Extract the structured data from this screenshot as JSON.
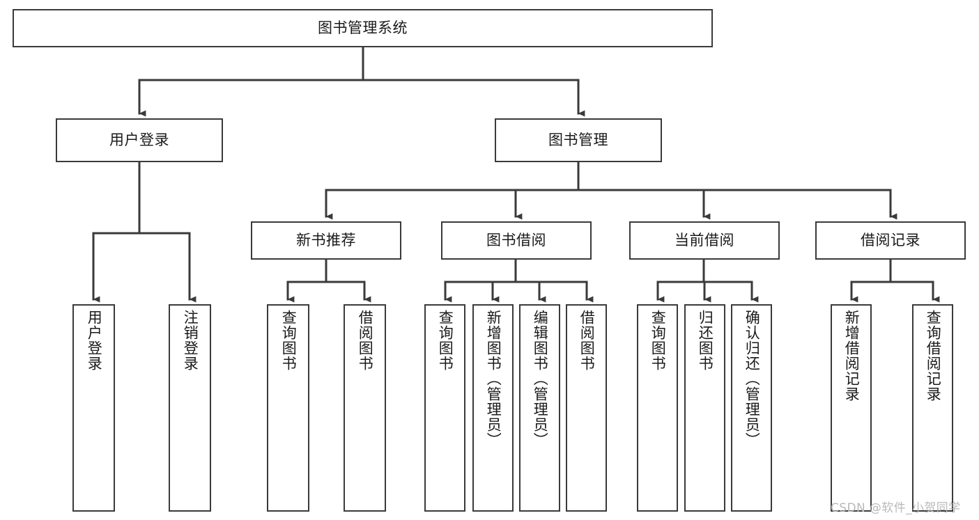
{
  "diagram": {
    "type": "tree-hierarchy",
    "title": "图书管理系统",
    "watermark": "CSDN @软件_小贺同学",
    "colors": {
      "stroke": "#3a3a3a",
      "fill": "#ffffff",
      "text": "#1a1a1a",
      "watermark": "#b9b9b9"
    },
    "levels": {
      "root": {
        "label": "图书管理系统"
      },
      "level2": [
        {
          "id": "user-login",
          "label": "用户登录"
        },
        {
          "id": "book-management",
          "label": "图书管理"
        }
      ],
      "level3": [
        {
          "id": "new-book-recommend",
          "label": "新书推荐"
        },
        {
          "id": "book-borrow",
          "label": "图书借阅"
        },
        {
          "id": "current-borrow",
          "label": "当前借阅"
        },
        {
          "id": "borrow-record",
          "label": "借阅记录"
        }
      ],
      "leaves": {
        "user-login": [
          {
            "id": "leaf-user-login",
            "label": "用户登录"
          },
          {
            "id": "leaf-logout-login",
            "label": "注销登录"
          }
        ],
        "new-book-recommend": [
          {
            "id": "leaf-query-book-1",
            "label": "查询图书"
          },
          {
            "id": "leaf-borrow-book-1",
            "label": "借阅图书"
          }
        ],
        "book-borrow": [
          {
            "id": "leaf-query-book-2",
            "label": "查询图书"
          },
          {
            "id": "leaf-add-book",
            "label": "新增图书（管理员）"
          },
          {
            "id": "leaf-edit-book",
            "label": "编辑图书（管理员）"
          },
          {
            "id": "leaf-borrow-book-2",
            "label": "借阅图书"
          }
        ],
        "current-borrow": [
          {
            "id": "leaf-query-book-3",
            "label": "查询图书"
          },
          {
            "id": "leaf-return-book",
            "label": "归还图书"
          },
          {
            "id": "leaf-confirm-return",
            "label": "确认归还（管理员）"
          }
        ],
        "borrow-record": [
          {
            "id": "leaf-add-record",
            "label": "新增借阅记录"
          },
          {
            "id": "leaf-query-record",
            "label": "查询借阅记录"
          }
        ]
      }
    }
  }
}
